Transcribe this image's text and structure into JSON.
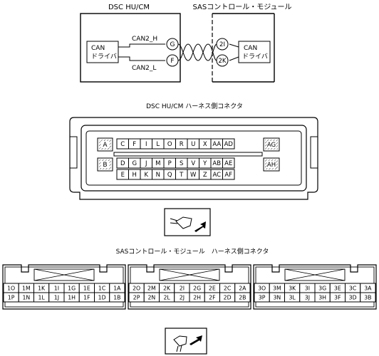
{
  "schematic": {
    "left_module": "DSC HU/CM",
    "right_module": "SASコントロール・モジュール",
    "left_driver": [
      "CAN",
      "ドライバ"
    ],
    "right_driver": [
      "CAN",
      "ドライバ"
    ],
    "line_high": "CAN2_H",
    "line_low": "CAN2_L",
    "left_pins": [
      "G",
      "F"
    ],
    "right_pins": [
      "2I",
      "2K"
    ]
  },
  "connector_dsc": {
    "title": "DSC HU/CM ハーネス側コネクタ",
    "row1": [
      "C",
      "F",
      "I",
      "L",
      "O",
      "R",
      "U",
      "X",
      "AA",
      "AD"
    ],
    "row2": [
      "D",
      "G",
      "J",
      "M",
      "P",
      "S",
      "V",
      "Y",
      "AB",
      "AE"
    ],
    "row3": [
      "E",
      "H",
      "K",
      "N",
      "Q",
      "T",
      "W",
      "Z",
      "AC",
      "AF"
    ],
    "left_pins": [
      "A",
      "B"
    ],
    "right_pins": [
      "AG",
      "AH"
    ]
  },
  "connector_sas": {
    "title": "SASコントロール・モジュール　ハーネス側コネクタ",
    "blocks": [
      {
        "row1": [
          "1O",
          "1M",
          "1K",
          "1I",
          "1G",
          "1E",
          "1C",
          "1A"
        ],
        "row2": [
          "1P",
          "1N",
          "1L",
          "1J",
          "1H",
          "1F",
          "1D",
          "1B"
        ]
      },
      {
        "row1": [
          "2O",
          "2M",
          "2K",
          "2I",
          "2G",
          "2E",
          "2C",
          "2A"
        ],
        "row2": [
          "2P",
          "2N",
          "2L",
          "2J",
          "2H",
          "2F",
          "2D",
          "2B"
        ]
      },
      {
        "row1": [
          "3O",
          "3M",
          "3K",
          "3I",
          "3G",
          "3E",
          "3C",
          "3A"
        ],
        "row2": [
          "3P",
          "3N",
          "3L",
          "3J",
          "3H",
          "3F",
          "3D",
          "3B"
        ]
      }
    ]
  }
}
